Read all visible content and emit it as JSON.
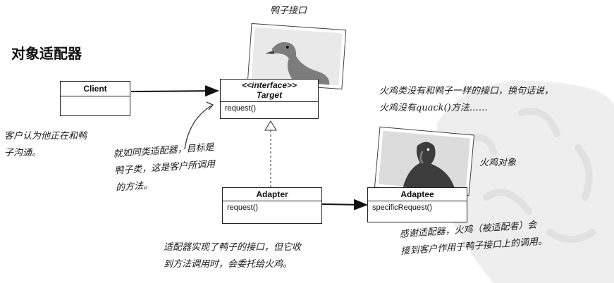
{
  "title": "对象适配器",
  "photos": {
    "duck_caption": "鸭子接口",
    "turkey_caption": "火鸡对象"
  },
  "classes": {
    "client": {
      "name": "Client"
    },
    "target": {
      "stereotype": "<<interface>>",
      "name": "Target",
      "operation": "request()"
    },
    "adapter": {
      "name": "Adapter",
      "operation": "request()"
    },
    "adaptee": {
      "name": "Adaptee",
      "operation": "specificRequest()"
    }
  },
  "notes": {
    "client_note": [
      "客户认为他正在和鸭",
      "子沟通。"
    ],
    "target_note": [
      "就如同类适配器，目标是",
      "鸭子类，这是客户所调用",
      "的方法。"
    ],
    "turkey_note": [
      "火鸡类没有和鸭子一样的接口，换句话说，",
      "火鸡没有quack()方法……"
    ],
    "adapter_note": [
      "适配器实现了鸭子的接口，但它收",
      "到方法调用时，会委托给火鸡。"
    ],
    "adaptee_note": [
      "感谢适配器，火鸡（被适配者）会",
      "接到客户作用于鸭子接口上的调用。"
    ]
  }
}
